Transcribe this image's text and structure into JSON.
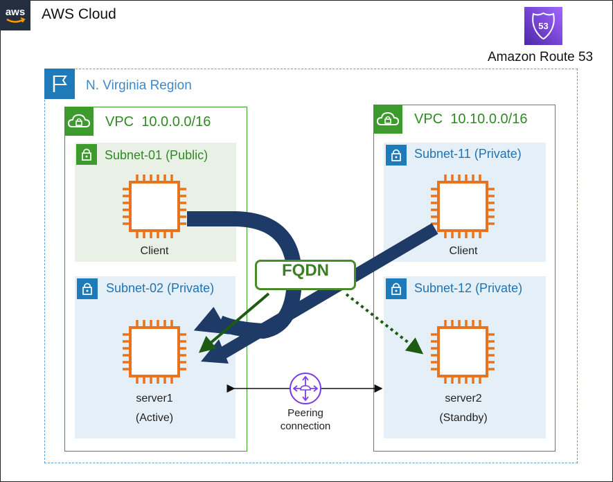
{
  "cloud": {
    "logo_text": "aws",
    "title": "AWS Cloud"
  },
  "route53": {
    "label": "Amazon Route 53",
    "badge": "53"
  },
  "region": {
    "label": "N. Virginia Region"
  },
  "vpc_left": {
    "label": "VPC  10.0.0.0/16",
    "subnet_public": {
      "label": "Subnet-01 (Public)",
      "instance": "Client"
    },
    "subnet_private": {
      "label": "Subnet-02 (Private)",
      "instance": "server1",
      "state": "(Active)"
    }
  },
  "vpc_right": {
    "label": "VPC  10.10.0.0/16",
    "subnet_a": {
      "label": "Subnet-11 (Private)",
      "instance": "Client"
    },
    "subnet_b": {
      "label": "Subnet-12 (Private)",
      "instance": "server2",
      "state": "(Standby)"
    }
  },
  "peering": {
    "line1": "Peering",
    "line2": "connection"
  },
  "fqdn": "FQDN",
  "colors": {
    "ec2_orange": "#e8731f",
    "vpc_green": "#3d9a2c",
    "subnet_blue": "#1f7ab9",
    "arrow_navy": "#1e3a66",
    "active_green": "#1d5a12",
    "route53_purple": "#7b3fe4"
  }
}
